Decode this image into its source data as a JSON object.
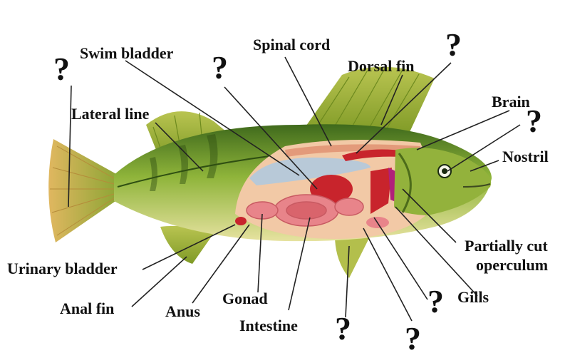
{
  "labels": {
    "swim_bladder": "Swim bladder",
    "spinal_cord": "Spinal cord",
    "dorsal_fin": "Dorsal fin",
    "brain": "Brain",
    "lateral_line": "Lateral line",
    "nostril": "Nostril",
    "partially_cut_operculum_line1": "Partially cut",
    "partially_cut_operculum_line2": "operculum",
    "urinary_bladder": "Urinary bladder",
    "anal_fin": "Anal fin",
    "anus": "Anus",
    "gonad": "Gonad",
    "intestine": "Intestine",
    "gills": "Gills"
  },
  "unknown_mark": "?",
  "colors": {
    "body_green": "#7fa12a",
    "belly_yellow": "#d9d27a",
    "fin_yellow": "#c9c55a",
    "tail_orange": "#d8b45c",
    "organ_red": "#c8242c",
    "organ_pink": "#e8848a",
    "swim_bladder_blue": "#b8c9d8",
    "cavity_peach": "#f2c9a6"
  }
}
